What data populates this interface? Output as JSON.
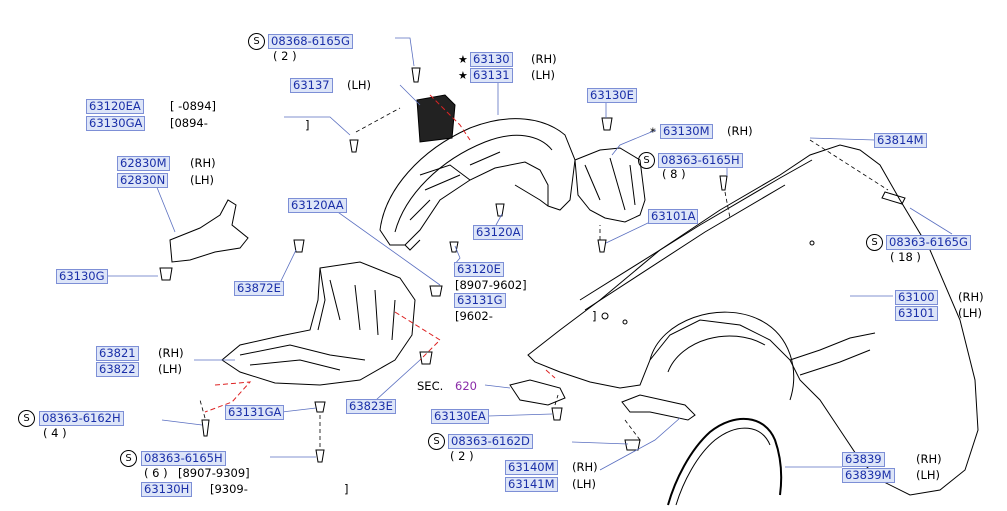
{
  "colors": {
    "link_text": "#1a2fa8",
    "link_bg": "#dde5f8",
    "link_border": "#7d8fd6",
    "sec_ref": "#8a2ba8",
    "leader": "#5a6fc0",
    "hidden_line": "#d22"
  },
  "callouts": {
    "c1": {
      "s": "S",
      "pn": "08368-6165G",
      "qty": "( 2 )"
    },
    "c2": {
      "pn": "63137",
      "side": "(LH)"
    },
    "c3": {
      "star1": "★",
      "pn1": "63130",
      "side1": "(RH)",
      "star2": "★",
      "pn2": "63131",
      "side2": "(LH)"
    },
    "c4": {
      "pn1": "63120EA",
      "range1": "[          -0894]",
      "pn2": "63130GA",
      "range2": "[0894-",
      "bracket_end": "]"
    },
    "c5": {
      "pn": "63130E"
    },
    "c6": {
      "star": "*",
      "pn": "63130M",
      "side": "(RH)"
    },
    "c7": {
      "pn": "63814M"
    },
    "c8": {
      "pn1": "62830M",
      "side1": "(RH)",
      "pn2": "62830N",
      "side2": "(LH)"
    },
    "c9": {
      "s": "S",
      "pn": "08363-6165H",
      "qty": "( 8 )"
    },
    "c10": {
      "pn": "63120AA"
    },
    "c11": {
      "pn": "63120A"
    },
    "c12": {
      "pn": "63101A"
    },
    "c13": {
      "s": "S",
      "pn": "08363-6165G",
      "qty": "( 18 )"
    },
    "c14": {
      "pn": "63130G"
    },
    "c15": {
      "pn": "63872E"
    },
    "c16": {
      "pn1": "63120E",
      "range1": "[8907-9602]",
      "pn2": "63131G",
      "range2": "[9602-",
      "bracket_end": "]"
    },
    "c17": {
      "pn1": "63100",
      "side1": "(RH)",
      "pn2": "63101",
      "side2": "(LH)"
    },
    "c18": {
      "pn1": "63821",
      "side1": "(RH)",
      "pn2": "63822",
      "side2": "(LH)"
    },
    "c19": {
      "sec": "SEC.",
      "num": "620"
    },
    "c20": {
      "pn": "63823E"
    },
    "c21": {
      "s": "S",
      "pn": "08363-6162H",
      "qty": "( 4 )"
    },
    "c22": {
      "pn": "63131GA"
    },
    "c23": {
      "pn": "63130EA"
    },
    "c24": {
      "s": "S",
      "pn": "08363-6162D",
      "qty": "( 2 )"
    },
    "c25": {
      "s": "S",
      "pn": "08363-6165H",
      "qty": "( 6 )",
      "range1": "[8907-9309]",
      "pn2": "63130H",
      "range2": "[9309-",
      "bracket_end": "]"
    },
    "c26": {
      "pn1": "63140M",
      "side1": "(RH)",
      "pn2": "63141M",
      "side2": "(LH)"
    },
    "c27": {
      "pn1": "63839",
      "side1": "(RH)",
      "pn2": "63839M",
      "side2": "(LH)"
    }
  }
}
